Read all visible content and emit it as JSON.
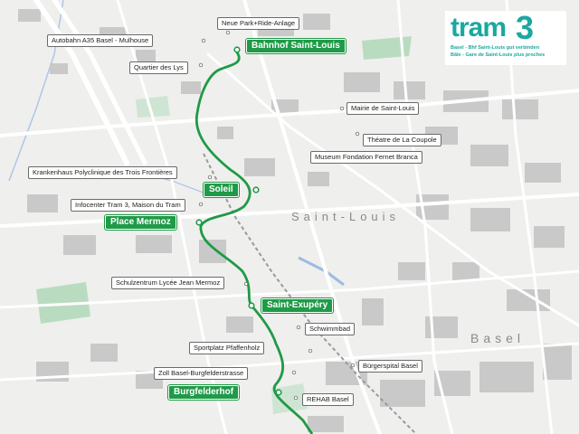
{
  "legend": {
    "brand": "tram",
    "brand_number": "3",
    "tagline_de": "Basel - Bhf Saint-Louis  gut verbinden",
    "tagline_fr": "Bâle - Gare de Saint-Louis plus proches",
    "color": "#1aa8a0"
  },
  "districts": {
    "saint_louis": "Saint-Louis",
    "basel": "Basel"
  },
  "stops": [
    "Bahnhof Saint-Louis",
    "Soleil",
    "Place Mermoz",
    "Saint-Exupéry",
    "Burgfelderhof"
  ],
  "places": [
    "Neue Park+Ride-Anlage",
    "Autobahn A35 Basel - Mulhouse",
    "Quartier des Lys",
    "Mairie de Saint-Louis",
    "Théatre de La Coupole",
    "Museum Fondation Fernet Branca",
    "Krankenhaus Polyclinique des Trois Frontières",
    "Infocenter Tram 3, Maison du Tram",
    "Schulzentrum Lycée Jean Mermoz",
    "Schwimmbad",
    "Sportplatz Pfaffenholz",
    "Bürgerspital Basel",
    "Zoll Basel-Burgfelderstrasse",
    "REHAB Basel"
  ],
  "colors": {
    "tram_line": "#1f9a47",
    "water": "#a9c4e6",
    "park": "#b9dcc0",
    "building": "#c9c9c9",
    "road": "#ffffff"
  }
}
